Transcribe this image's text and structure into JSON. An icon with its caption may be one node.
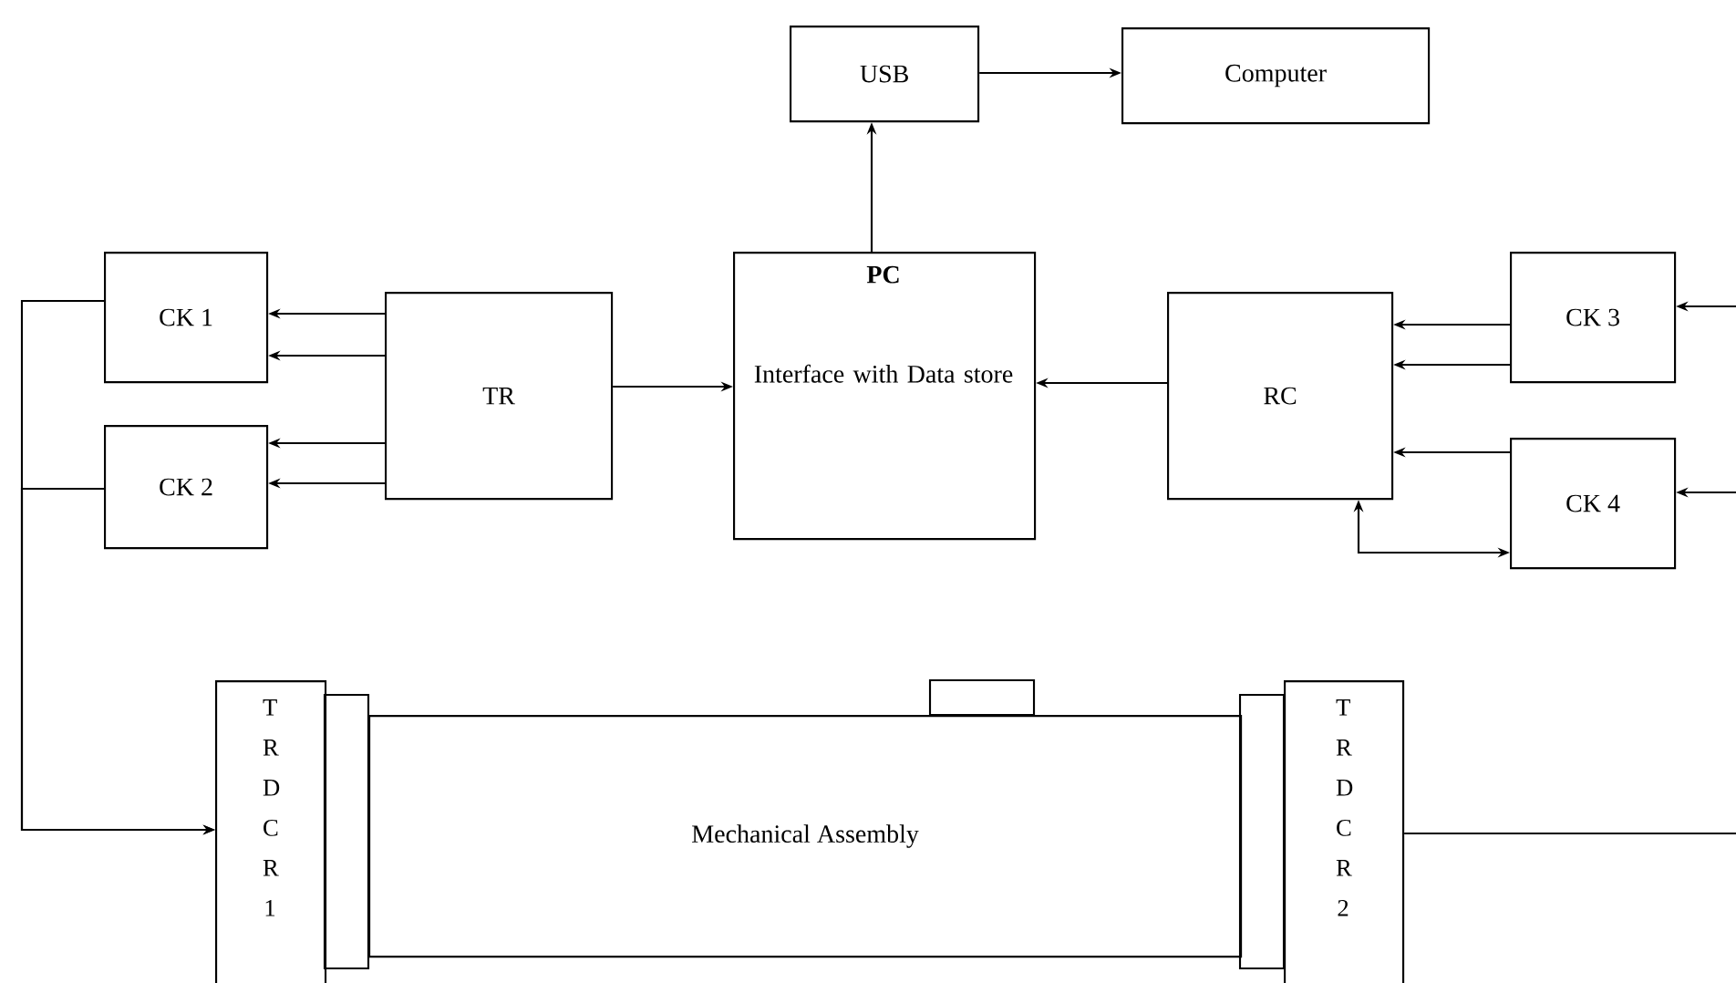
{
  "diagram": {
    "nodes": [
      {
        "text": [
          "USB"
        ]
      },
      {
        "text": [
          "Computer"
        ]
      },
      {
        "text": [
          "PC",
          "Interface with Data store"
        ]
      },
      {
        "text": [
          "TR"
        ]
      },
      {
        "text": [
          "CK 1"
        ]
      },
      {
        "text": [
          "CK 2"
        ]
      },
      {
        "text": [
          "RC"
        ]
      },
      {
        "text": [
          "CK 3"
        ]
      },
      {
        "text": [
          "CK 4"
        ]
      },
      {
        "text": [
          "Mechanical Assembly"
        ]
      },
      {
        "text": [
          "T R D C R 1"
        ]
      },
      {
        "text": [
          "T R D C R 2"
        ]
      }
    ],
    "edges": [
      {
        "from": 3,
        "to": 4,
        "arrow": "to"
      },
      {
        "from": 3,
        "to": 4,
        "arrow": "to"
      },
      {
        "from": 3,
        "to": 5,
        "arrow": "to"
      },
      {
        "from": 3,
        "to": 5,
        "arrow": "to"
      },
      {
        "from": 3,
        "to": 2,
        "arrow": "to"
      },
      {
        "from": 2,
        "to": 0,
        "arrow": "to"
      },
      {
        "from": 0,
        "to": 1,
        "arrow": "to"
      },
      {
        "from": 6,
        "to": 2,
        "arrow": "to"
      },
      {
        "from": 7,
        "to": 6,
        "arrow": "to"
      },
      {
        "from": 7,
        "to": 6,
        "arrow": "to"
      },
      {
        "from": 8,
        "to": 6,
        "arrow": "to"
      },
      {
        "from": 6,
        "to": 8,
        "arrow": "both"
      },
      {
        "from": null,
        "to": 7,
        "arrow": "to"
      },
      {
        "from": null,
        "to": 8,
        "arrow": "to"
      },
      {
        "from": 4,
        "to": 10,
        "arrow": "to"
      },
      {
        "from": 5,
        "to": 10,
        "arrow": "to"
      },
      {
        "from": 11,
        "to": null,
        "arrow": "none"
      }
    ]
  }
}
